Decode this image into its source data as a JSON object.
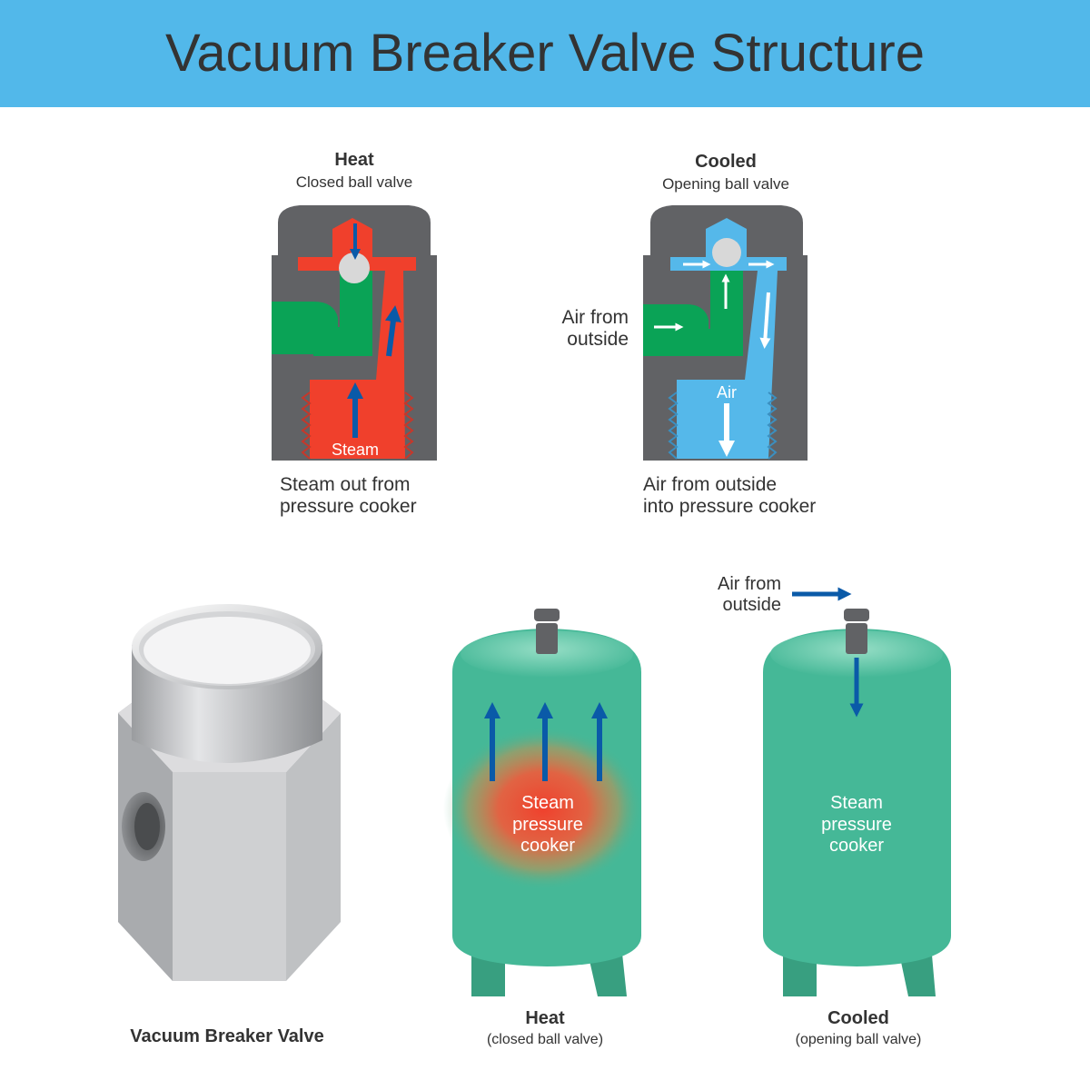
{
  "title": "Vacuum Breaker Valve Structure",
  "colors": {
    "header": "#52b8ea",
    "steam": "#f0402c",
    "air": "#55b8ea",
    "green_port": "#0aa356",
    "valve_body": "#616265",
    "tank": "#45b897",
    "arrow": "#0a5aa8"
  },
  "heat_section": {
    "title": "Heat",
    "subtitle": "Closed ball valve",
    "flow_label": "Steam",
    "caption_line1": "Steam out from",
    "caption_line2": "pressure cooker"
  },
  "cooled_section": {
    "title": "Cooled",
    "subtitle": "Opening ball valve",
    "side_label_line1": "Air from",
    "side_label_line2": "outside",
    "flow_label": "Air",
    "caption_line1": "Air from outside",
    "caption_line2": "into pressure cooker"
  },
  "valve_3d": {
    "label": "Vacuum Breaker Valve"
  },
  "tank_heat": {
    "body_line1": "Steam",
    "body_line2": "pressure",
    "body_line3": "cooker",
    "label": "Heat",
    "sublabel": "(closed ball valve)"
  },
  "tank_cooled": {
    "air_label_line1": "Air from",
    "air_label_line2": "outside",
    "body_line1": "Steam",
    "body_line2": "pressure",
    "body_line3": "cooker",
    "label": "Cooled",
    "sublabel": "(opening ball valve)"
  }
}
